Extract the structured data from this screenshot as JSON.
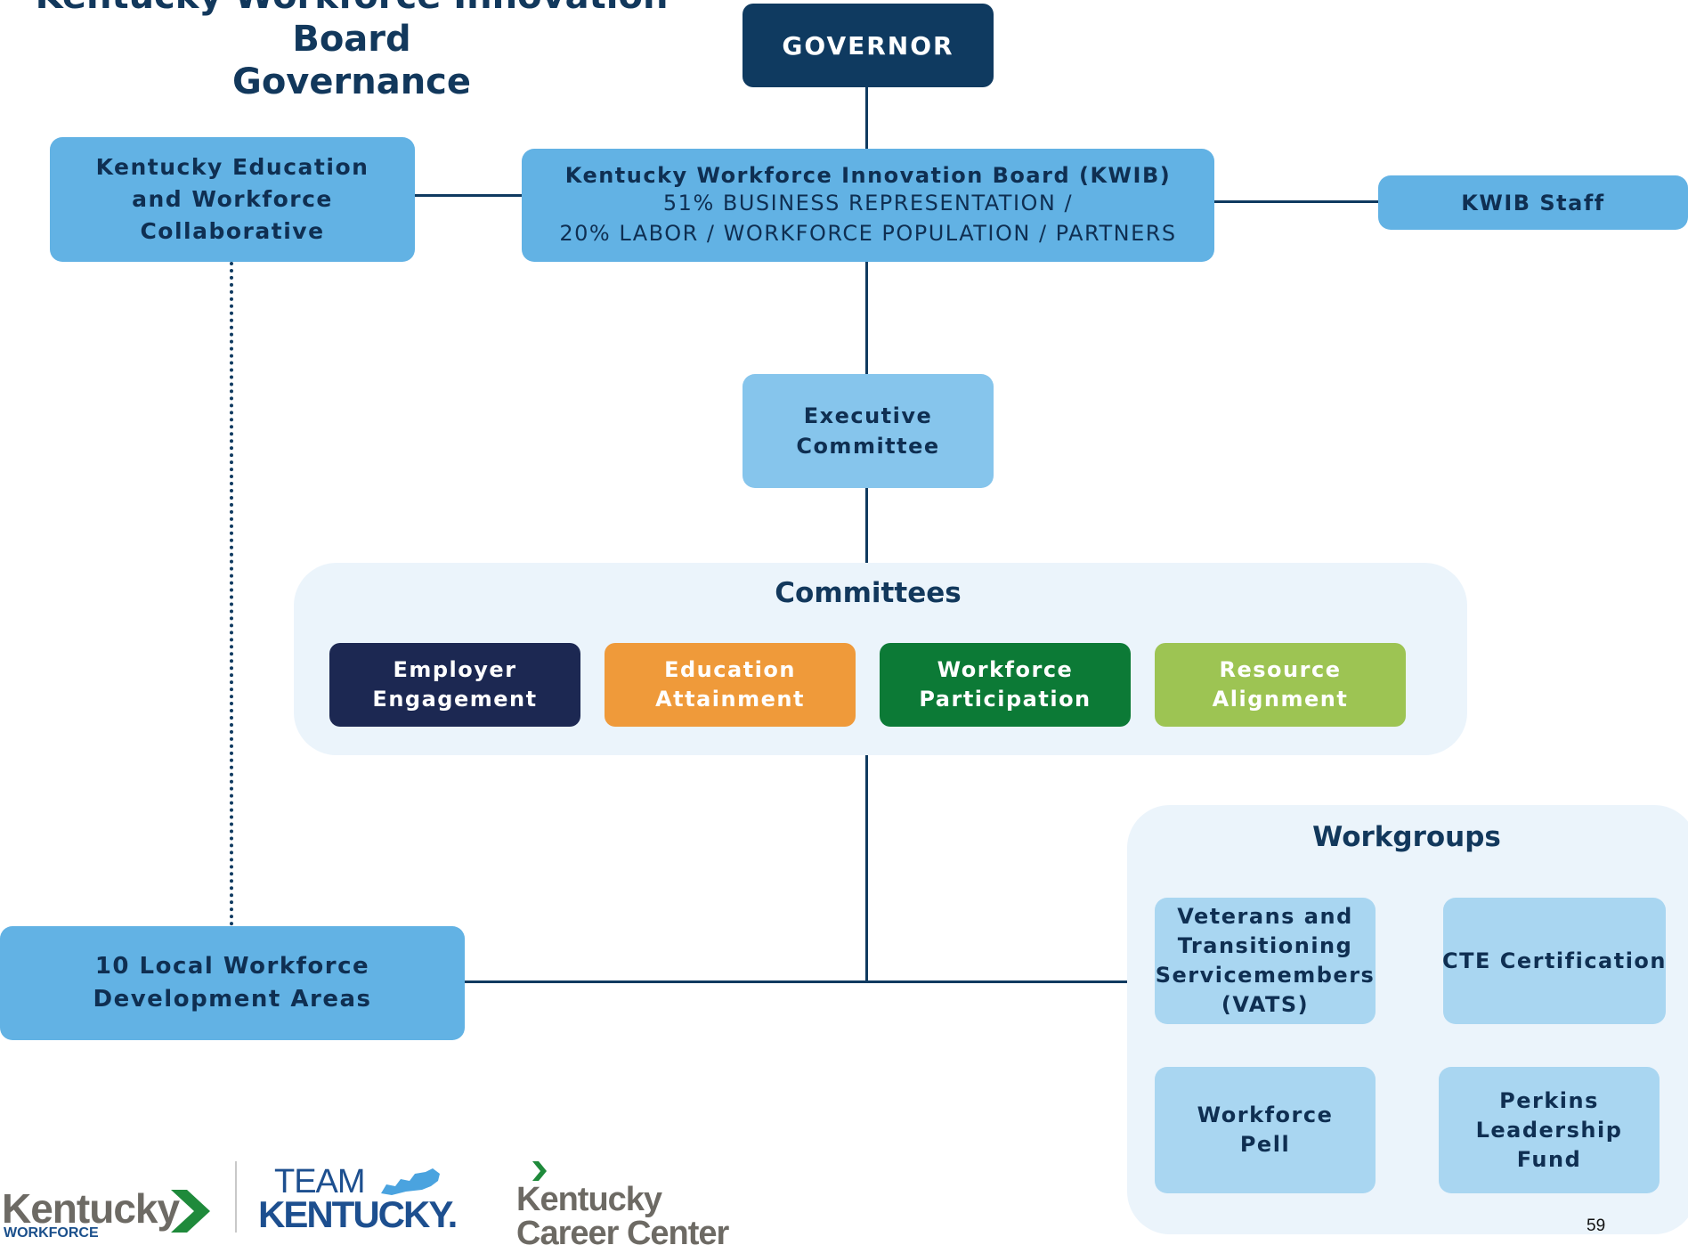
{
  "title": {
    "line1": "Kentucky Workforce Innovation Board",
    "line2": "Governance"
  },
  "governor": "GOVERNOR",
  "kewc": "Kentucky Education and Workforce Collaborative",
  "kwib": {
    "title": "Kentucky Workforce Innovation Board (KWIB)",
    "line2": "51% BUSINESS REPRESENTATION /",
    "line3": "20% LABOR / WORKFORCE POPULATION / PARTNERS"
  },
  "kwib_staff": "KWIB Staff",
  "executive": "Executive Committee",
  "committees": {
    "title": "Committees",
    "items": [
      {
        "label": "Employer Engagement",
        "color": "#1c2852"
      },
      {
        "label": "Education Attainment",
        "color": "#ef9a3a"
      },
      {
        "label": "Workforce Participation",
        "color": "#0c7a36"
      },
      {
        "label": "Resource Alignment",
        "color": "#9dc453"
      }
    ]
  },
  "local_areas": "10 Local Workforce Development Areas",
  "workgroups": {
    "title": "Workgroups",
    "items": [
      "Veterans and Transitioning Servicemembers (VATS)",
      "CTE Certification",
      "Workforce Pell",
      "Perkins Leadership Fund"
    ]
  },
  "logos": {
    "ky_workforce": {
      "line1": "Kentucky",
      "line2": "WORKFORCE"
    },
    "team_kentucky": {
      "line1": "TEAM",
      "line2": "KENTUCKY."
    },
    "career_center": {
      "line1": "Kentucky",
      "line2": "Career Center"
    }
  },
  "page_number": "59"
}
